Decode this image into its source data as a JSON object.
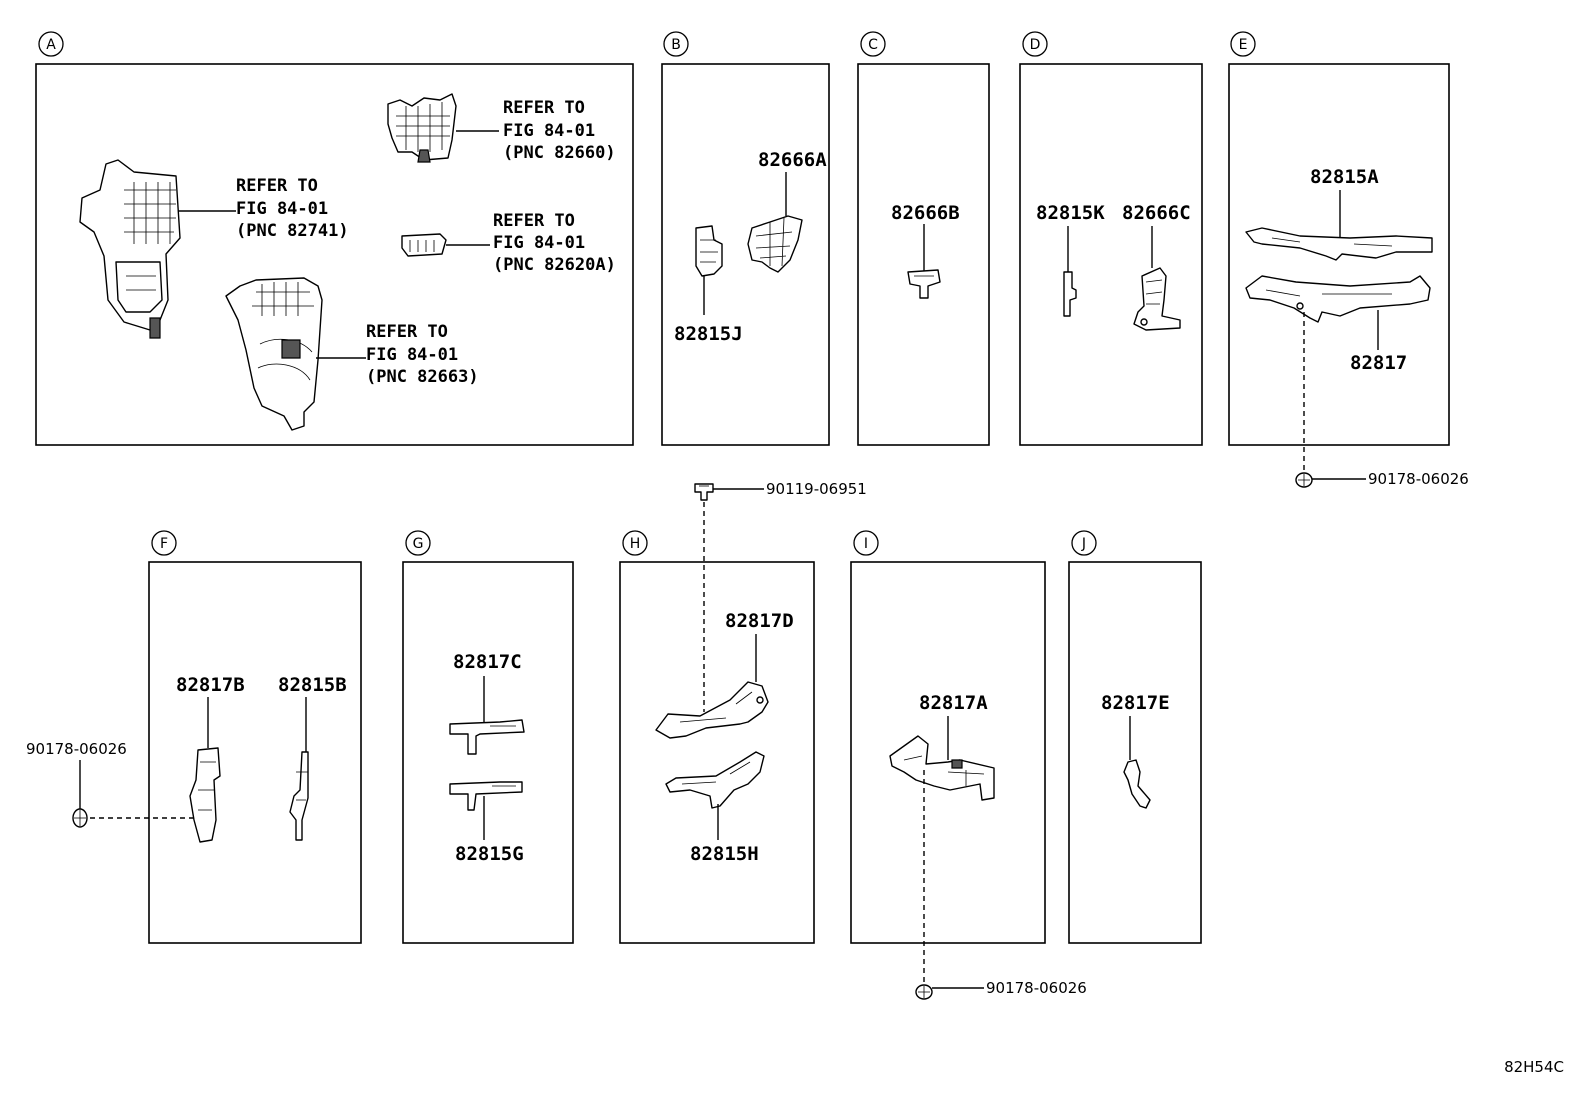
{
  "panels": {
    "A": {
      "letter": "A"
    },
    "B": {
      "letter": "B"
    },
    "C": {
      "letter": "C"
    },
    "D": {
      "letter": "D"
    },
    "E": {
      "letter": "E"
    },
    "F": {
      "letter": "F"
    },
    "G": {
      "letter": "G"
    },
    "H": {
      "letter": "H"
    },
    "I": {
      "letter": "I"
    },
    "J": {
      "letter": "J"
    }
  },
  "references": [
    {
      "l1": "REFER TO",
      "l2": "FIG 84-01",
      "l3": "(PNC 82660)"
    },
    {
      "l1": "REFER TO",
      "l2": "FIG 84-01",
      "l3": "(PNC 82741)"
    },
    {
      "l1": "REFER TO",
      "l2": "FIG 84-01",
      "l3": "(PNC 82620A)"
    },
    {
      "l1": "REFER TO",
      "l2": "FIG 84-01",
      "l3": "(PNC 82663)"
    }
  ],
  "parts": {
    "p82666A": "82666A",
    "p82815J": "82815J",
    "p82666B": "82666B",
    "p82815K": "82815K",
    "p82666C": "82666C",
    "p82815A": "82815A",
    "p82817": "82817",
    "p82817B": "82817B",
    "p82815B": "82815B",
    "p82817C": "82817C",
    "p82815G": "82815G",
    "p82817D": "82817D",
    "p82815H": "82815H",
    "p82817A": "82817A",
    "p82817E": "82817E"
  },
  "fasteners": {
    "bolt_h": "90119-06951",
    "clip_e": "90178-06026",
    "clip_f": "90178-06026",
    "clip_i": "90178-06026"
  },
  "diagram_code": "82H54C"
}
